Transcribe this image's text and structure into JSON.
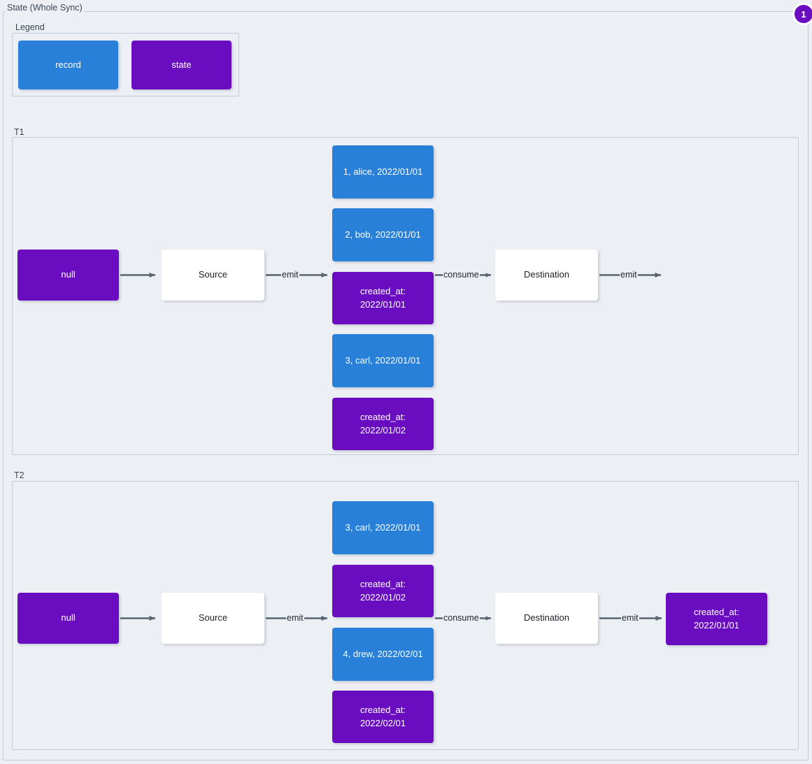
{
  "diagram": {
    "title": "State (Whole Sync)",
    "badge": "1",
    "colors": {
      "record": "#2980d9",
      "state": "#6a0dc0",
      "plain": "#ffffff",
      "background": "#eceff4",
      "frame_border": "#c3ccd6",
      "arrow": "#58646f"
    },
    "legend": {
      "label": "Legend",
      "items": [
        {
          "label": "record",
          "kind": "record"
        },
        {
          "label": "state",
          "kind": "state"
        }
      ]
    },
    "groups": [
      {
        "id": "T1",
        "label": "T1",
        "nodes": [
          {
            "name": "t1-input-state",
            "label": "null",
            "kind": "state"
          },
          {
            "name": "t1-source",
            "label": "Source",
            "kind": "plain"
          },
          {
            "name": "t1-record-1",
            "label": "1, alice, 2022/01/01",
            "kind": "record"
          },
          {
            "name": "t1-record-2",
            "label": "2, bob, 2022/01/01",
            "kind": "record"
          },
          {
            "name": "t1-state-1",
            "label": "created_at:\n2022/01/01",
            "kind": "state"
          },
          {
            "name": "t1-record-3",
            "label": "3, carl, 2022/01/01",
            "kind": "record"
          },
          {
            "name": "t1-state-2",
            "label": "created_at:\n2022/01/02",
            "kind": "state"
          },
          {
            "name": "t1-destination",
            "label": "Destination",
            "kind": "plain"
          }
        ],
        "edges": [
          {
            "label": "",
            "from": "t1-input-state",
            "to": "t1-source"
          },
          {
            "label": "emit",
            "from": "t1-source",
            "to": "t1-messages"
          },
          {
            "label": "consume",
            "from": "t1-messages",
            "to": "t1-destination"
          },
          {
            "label": "emit",
            "from": "t1-destination",
            "to": ""
          }
        ]
      },
      {
        "id": "T2",
        "label": "T2",
        "nodes": [
          {
            "name": "t2-input-state",
            "label": "null",
            "kind": "state"
          },
          {
            "name": "t2-source",
            "label": "Source",
            "kind": "plain"
          },
          {
            "name": "t2-record-1",
            "label": "3, carl, 2022/01/01",
            "kind": "record"
          },
          {
            "name": "t2-state-1",
            "label": "created_at:\n2022/01/02",
            "kind": "state"
          },
          {
            "name": "t2-record-2",
            "label": "4, drew, 2022/02/01",
            "kind": "record"
          },
          {
            "name": "t2-state-2",
            "label": "created_at:\n2022/02/01",
            "kind": "state"
          },
          {
            "name": "t2-destination",
            "label": "Destination",
            "kind": "plain"
          },
          {
            "name": "t2-output-state",
            "label": "created_at:\n2022/01/01",
            "kind": "state"
          }
        ],
        "edges": [
          {
            "label": "",
            "from": "t2-input-state",
            "to": "t2-source"
          },
          {
            "label": "emit",
            "from": "t2-source",
            "to": "t2-messages"
          },
          {
            "label": "consume",
            "from": "t2-messages",
            "to": "t2-destination"
          },
          {
            "label": "emit",
            "from": "t2-destination",
            "to": "t2-output-state"
          }
        ]
      }
    ],
    "edge_labels": {
      "t1_emit": "emit",
      "t1_consume": "consume",
      "t1_emit_out": "emit",
      "t2_emit": "emit",
      "t2_consume": "consume",
      "t2_emit_out": "emit"
    }
  }
}
